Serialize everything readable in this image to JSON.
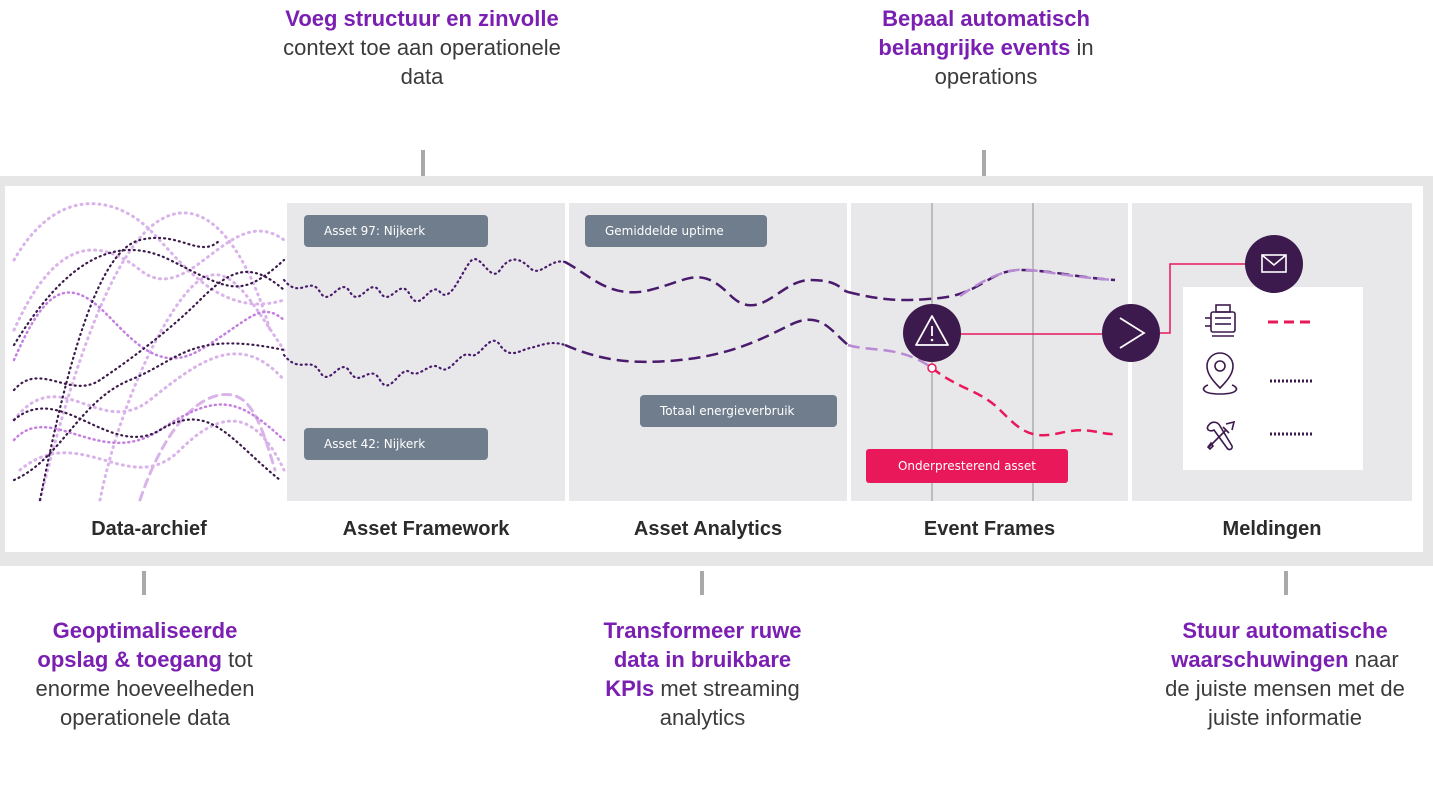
{
  "callouts": {
    "structure": {
      "highlight": "Voeg structuur en zinvolle",
      "rest": "context toe aan operationele data"
    },
    "events": {
      "highlight": "Bepaal automatisch belangrijke events",
      "rest": "in operations"
    },
    "storage": {
      "highlight": "Geoptimaliseerde opslag & toegang",
      "rest": "tot enorme hoeveelheden operationele data"
    },
    "transform": {
      "highlight": "Transformeer ruwe data in bruikbare KPIs",
      "rest": "met streaming analytics"
    },
    "alerts": {
      "highlight": "Stuur automatische waarschuwingen",
      "rest": "naar de juiste mensen met de juiste informatie"
    }
  },
  "columns": [
    "Data-archief",
    "Asset Framework",
    "Asset Analytics",
    "Event Frames",
    "Meldingen"
  ],
  "tags": {
    "asset97": "Asset 97: Nijkerk",
    "asset42": "Asset 42: Nijkerk",
    "uptime": "Gemiddelde uptime",
    "energy": "Totaal energieverbruik",
    "underperforming": "Onderpresterend asset"
  },
  "icons": [
    "warning-icon",
    "arrow-right-icon",
    "mail-icon",
    "motor-icon",
    "location-pin-icon",
    "tools-icon"
  ],
  "colors": {
    "purple": "#7a1fb2",
    "dark_purple": "#4a1a5c",
    "pink": "#e8185a",
    "light_purple": "#c9a0dc",
    "tag_gray": "#6f7d8c"
  }
}
